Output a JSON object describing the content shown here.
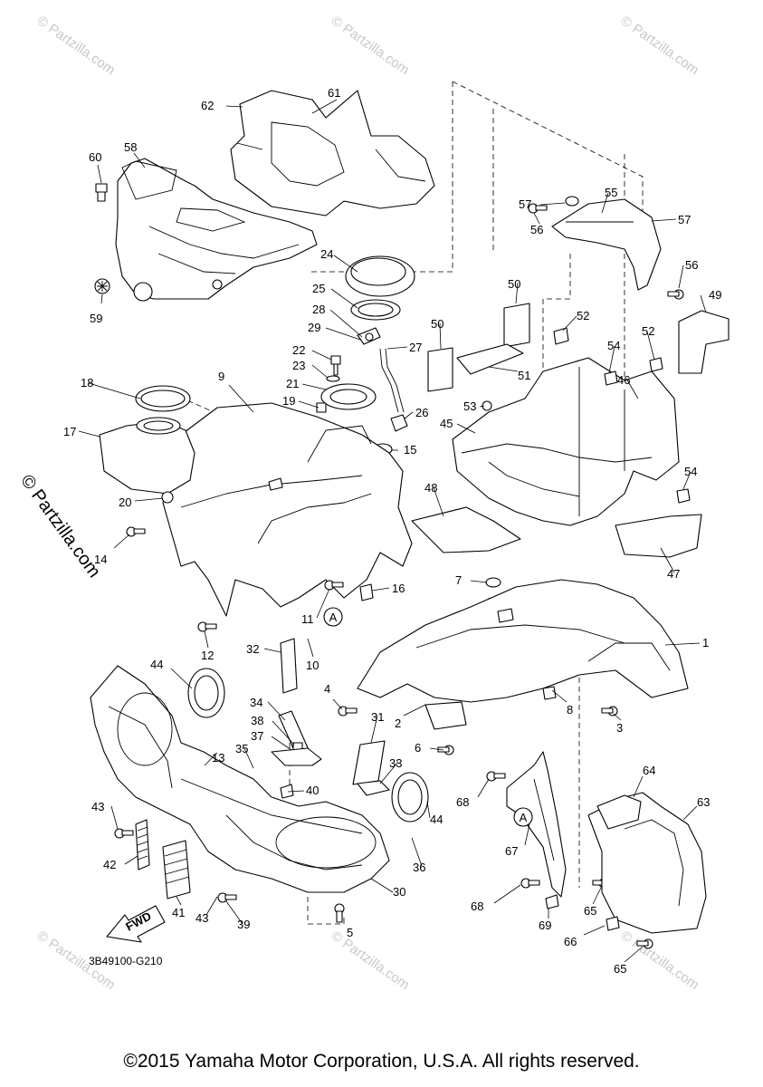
{
  "diagram": {
    "code": "3B49100-G210",
    "copyright": "©2015 Yamaha Motor Corporation, U.S.A. All rights reserved.",
    "side_watermark": "© Partzilla.com",
    "bg_watermark": "© Partzilla.com",
    "fwd_label": "FWD",
    "ref_marker": "A",
    "callouts": [
      "1",
      "2",
      "3",
      "4",
      "5",
      "6",
      "7",
      "8",
      "9",
      "10",
      "11",
      "12",
      "13",
      "14",
      "15",
      "16",
      "17",
      "18",
      "19",
      "20",
      "21",
      "22",
      "23",
      "24",
      "25",
      "26",
      "27",
      "28",
      "29",
      "30",
      "31",
      "32",
      "33",
      "34",
      "35",
      "36",
      "37",
      "38",
      "39",
      "40",
      "41",
      "42",
      "43",
      "44",
      "45",
      "46",
      "47",
      "48",
      "49",
      "50",
      "51",
      "52",
      "53",
      "54",
      "55",
      "56",
      "57",
      "58",
      "59",
      "60",
      "61",
      "62",
      "63",
      "64",
      "65",
      "66",
      "67",
      "68",
      "69"
    ]
  }
}
